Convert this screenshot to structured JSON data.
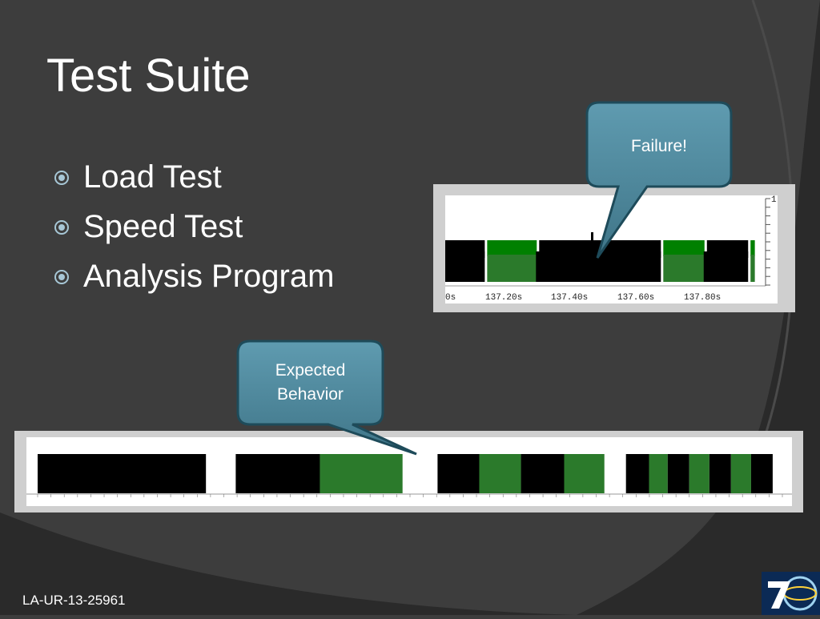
{
  "slide": {
    "title": "Test Suite",
    "bullets": [
      "Load Test",
      "Speed Test",
      "Analysis Program"
    ],
    "footer": "LA-UR-13-25961",
    "logo": "7C-globe-logo"
  },
  "callouts": {
    "failure": "Failure!",
    "expected_line1": "Expected",
    "expected_line2": "Behavior"
  },
  "colors": {
    "background": "#3d3d3d",
    "swoosh": "#2a2a2a",
    "callout_fill": "#4f8ba0",
    "callout_border": "#1e4b5a",
    "bar_black": "#000000",
    "bar_green_top": "#008000",
    "bar_green_bottom": "#2b7a2b",
    "bullet": "#a7c7d6"
  },
  "chart_data": [
    {
      "type": "timeline",
      "name": "failure-trace",
      "x_tick_labels": [
        "0s",
        "137.20s",
        "137.40s",
        "137.60s",
        "137.80s"
      ],
      "y_tick_labels": [
        "1"
      ],
      "segments": [
        {
          "start": 137.0,
          "end": 137.125,
          "state": "busy"
        },
        {
          "start": 137.125,
          "end": 137.28,
          "state": "idle"
        },
        {
          "start": 137.28,
          "end": 137.65,
          "state": "busy"
        },
        {
          "start": 137.65,
          "end": 137.78,
          "state": "idle"
        },
        {
          "start": 137.78,
          "end": 137.91,
          "state": "busy"
        },
        {
          "start": 137.91,
          "end": 137.93,
          "state": "idle"
        }
      ],
      "xlim": [
        137.0,
        137.95
      ]
    },
    {
      "type": "timeline",
      "name": "expected-trace",
      "segments": [
        {
          "start": 0.0,
          "end": 0.226,
          "state": "busy"
        },
        {
          "start": 0.266,
          "end": 0.379,
          "state": "busy"
        },
        {
          "start": 0.379,
          "end": 0.49,
          "state": "idle"
        },
        {
          "start": 0.537,
          "end": 0.593,
          "state": "busy"
        },
        {
          "start": 0.593,
          "end": 0.649,
          "state": "idle"
        },
        {
          "start": 0.649,
          "end": 0.707,
          "state": "busy"
        },
        {
          "start": 0.707,
          "end": 0.761,
          "state": "idle"
        },
        {
          "start": 0.79,
          "end": 0.821,
          "state": "busy"
        },
        {
          "start": 0.821,
          "end": 0.846,
          "state": "idle"
        },
        {
          "start": 0.846,
          "end": 0.875,
          "state": "busy"
        },
        {
          "start": 0.875,
          "end": 0.902,
          "state": "idle"
        },
        {
          "start": 0.902,
          "end": 0.931,
          "state": "busy"
        },
        {
          "start": 0.931,
          "end": 0.958,
          "state": "idle"
        },
        {
          "start": 0.958,
          "end": 0.987,
          "state": "busy"
        }
      ],
      "xlim": [
        0,
        1
      ]
    }
  ]
}
